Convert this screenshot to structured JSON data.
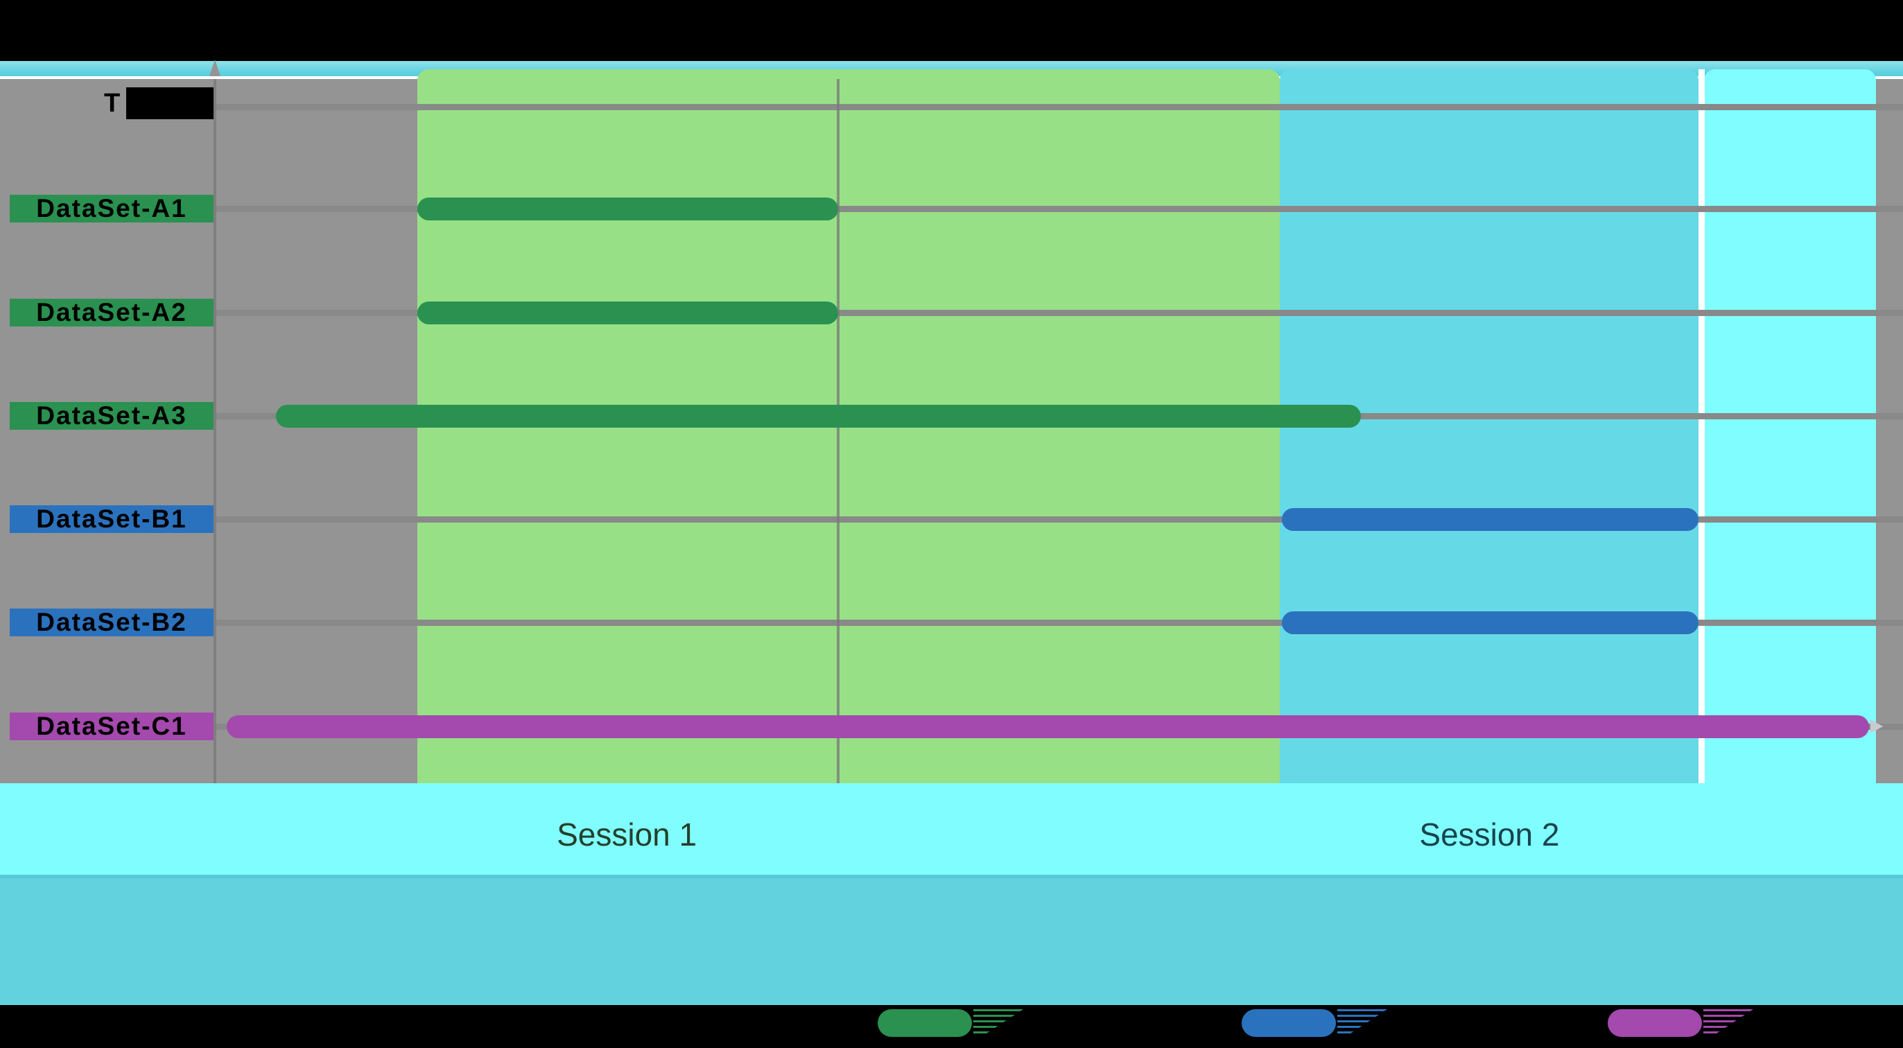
{
  "header": {
    "visible_title_text": "T"
  },
  "chart_data": {
    "type": "bar",
    "variant": "horizontal-gantt-timeline",
    "title": "T",
    "title_note": "only first letter visible; rest covered by black box",
    "axis_note": "no visible numeric axis; bar extents given as fractions of plot width",
    "grid": true,
    "gridline_rows": 7,
    "categories": [
      "DataSet-A1",
      "DataSet-A2",
      "DataSet-A3",
      "DataSet-B1",
      "DataSet-B2",
      "DataSet-C1"
    ],
    "rows": [
      {
        "label": "DataSet-A1",
        "color": "#2A9150",
        "start": 0.12,
        "end": 0.369,
        "arrow_end": false
      },
      {
        "label": "DataSet-A2",
        "color": "#2A9150",
        "start": 0.12,
        "end": 0.369,
        "arrow_end": false
      },
      {
        "label": "DataSet-A3",
        "color": "#2A9150",
        "start": 0.036,
        "end": 0.679,
        "arrow_end": false
      },
      {
        "label": "DataSet-B1",
        "color": "#2B72BE",
        "start": 0.632,
        "end": 0.879,
        "arrow_end": false
      },
      {
        "label": "DataSet-B2",
        "color": "#2B72BE",
        "start": 0.632,
        "end": 0.879,
        "arrow_end": false
      },
      {
        "label": "DataSet-C1",
        "color": "#A449AD",
        "start": 0.007,
        "end": 0.98,
        "arrow_end": true
      }
    ],
    "sessions": [
      {
        "label": "Session 1",
        "start": 0.12,
        "end": 0.631,
        "band_color": "#97E086",
        "text_color": "#24402B",
        "label_center": 0.244
      },
      {
        "label": "Session 2",
        "start": 0.631,
        "end": 0.879,
        "band_color": "#66D9E6",
        "text_color": "#17444C",
        "label_center": 0.755
      },
      {
        "label": "",
        "start": 0.882,
        "end": 0.984,
        "band_color": "#80FDFF",
        "text_color": "",
        "label_center": null
      }
    ],
    "legend": [
      {
        "label_visible": "",
        "color": "#2A9150"
      },
      {
        "label_visible": "",
        "color": "#2B72BE"
      },
      {
        "label_visible": "",
        "color": "#A449AD"
      }
    ]
  },
  "colors": {
    "background": "#000000",
    "plot_background": "#949494",
    "gridline": "#898989",
    "top_strip": "#62D2DE",
    "footer_band": "#62D2DE",
    "lower_highlight_band": "#80FDFF",
    "green": "#2A9150",
    "blue": "#2B72BE",
    "purple": "#A449AD"
  }
}
